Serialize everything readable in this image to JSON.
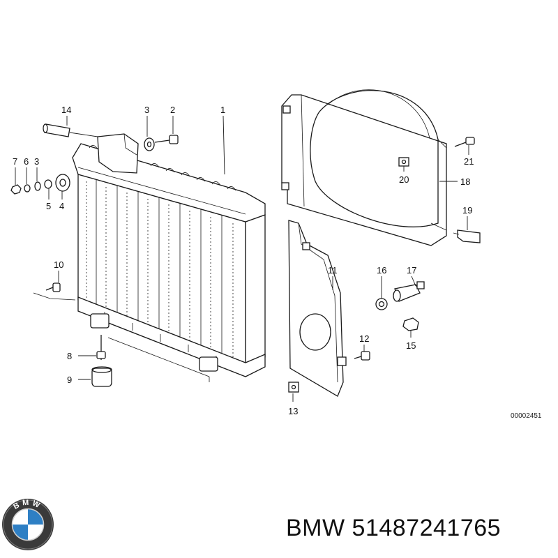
{
  "diagram": {
    "callouts": [
      "1",
      "2",
      "3",
      "3",
      "4",
      "5",
      "6",
      "7",
      "8",
      "9",
      "10",
      "11",
      "12",
      "13",
      "14",
      "15",
      "16",
      "17",
      "18",
      "19",
      "20",
      "21"
    ],
    "reference_number": "00002451"
  },
  "footer": {
    "brand": "BMW",
    "part_number": "51487241765",
    "logo_letters": "BMW"
  }
}
